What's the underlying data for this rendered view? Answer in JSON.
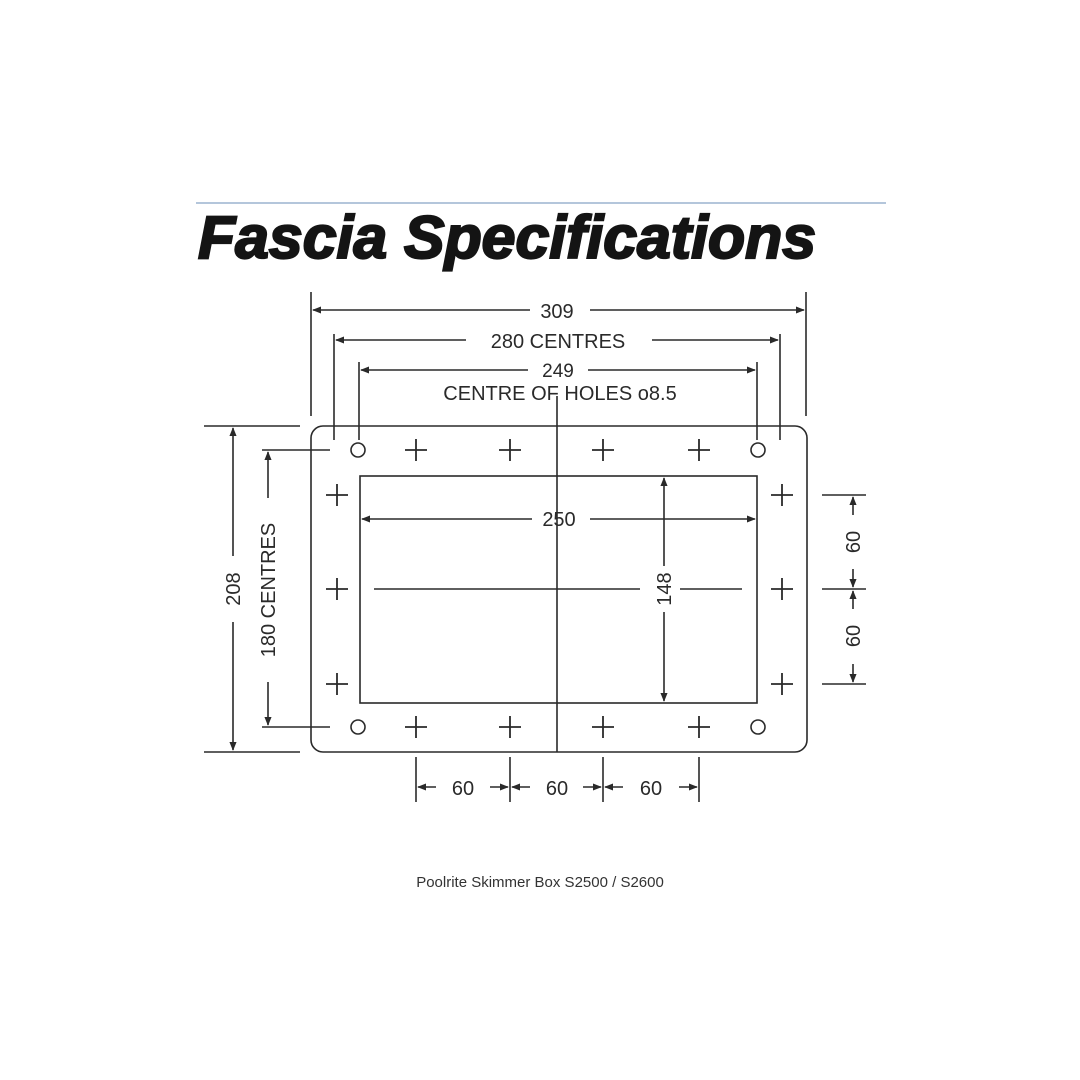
{
  "heading": "Fascia Specifications",
  "caption": "Poolrite Skimmer Box S2500 / S2600",
  "colors": {
    "ink": "#2a2a2a",
    "heading": "#141414",
    "rule": "#9bb4cf",
    "caption": "#333333"
  },
  "dimensions": {
    "overall_width": "309",
    "hole_centres_width": "280 CENTRES",
    "inner_span": "249",
    "hole_note": "CENTRE OF HOLES o8.5",
    "opening_width": "250",
    "opening_height": "148",
    "overall_height": "208",
    "hole_centres_height": "180 CENTRES",
    "bottom_spacing": [
      "60",
      "60",
      "60"
    ],
    "side_spacing": [
      "60",
      "60"
    ]
  }
}
